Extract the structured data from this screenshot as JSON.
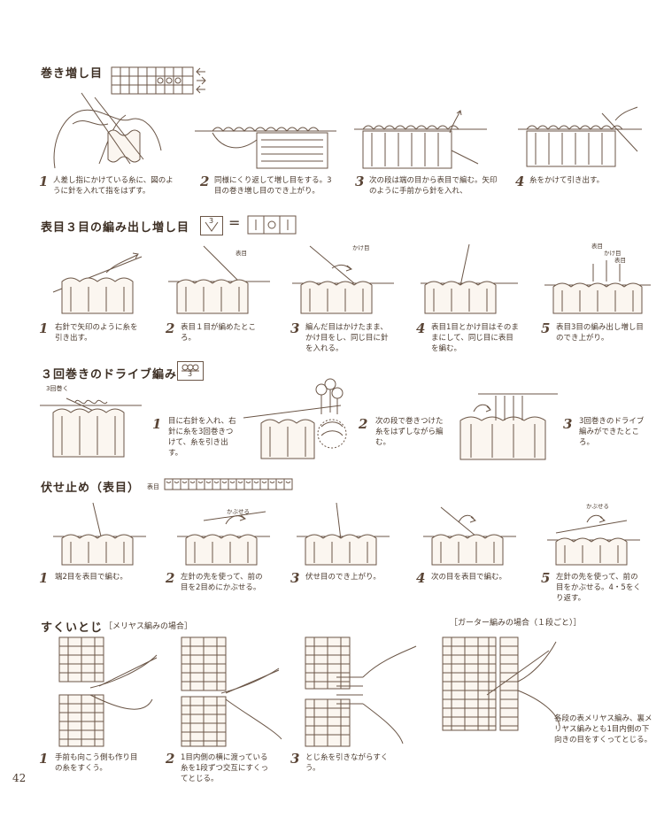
{
  "page_number": "42",
  "sections": {
    "cast_on": {
      "title": "巻き増し目",
      "steps": [
        {
          "n": "1",
          "text": "人差し指にかけている糸に、図のように針を入れて指をはずす。"
        },
        {
          "n": "2",
          "text": "同様にくり返して増し目をする。3目の巻き増し目のでき上がり。"
        },
        {
          "n": "3",
          "text": "次の段は端の目から表目で編む。矢印のように手前から針を入れ、"
        },
        {
          "n": "4",
          "text": "糸をかけて引き出す。"
        }
      ]
    },
    "increase3": {
      "title": "表目３目の編み出し増し目",
      "symbol_num": "3",
      "labels": {
        "omote": "表目",
        "kakeme": "かけ目"
      },
      "steps": [
        {
          "n": "1",
          "text": "右針で矢印のように糸を引き出す。"
        },
        {
          "n": "2",
          "text": "表目１目が編めたところ。"
        },
        {
          "n": "3",
          "text": "編んだ目はかけたまま、かけ目をし、同じ目に針を入れる。"
        },
        {
          "n": "4",
          "text": "表目1目とかけ目はそのままにして、同じ目に表目を編む。"
        },
        {
          "n": "5",
          "text": "表目3目の編み出し増し目のでき上がり。"
        }
      ]
    },
    "drive": {
      "title": "３回巻きのドライブ編み",
      "symbol_num": "3",
      "label_wrap": "3回巻く",
      "steps": [
        {
          "n": "1",
          "text": "目に右針を入れ、右針に糸を3回巻きつけて、糸を引き出す。"
        },
        {
          "n": "2",
          "text": "次の段で巻きつけた糸をはずしながら編む。"
        },
        {
          "n": "3",
          "text": "3回巻きのドライブ編みができたところ。"
        }
      ]
    },
    "bind_off": {
      "title": "伏せ止め（表目）",
      "symbol_label": "表目",
      "label_kabuseru": "かぶせる",
      "steps": [
        {
          "n": "1",
          "text": "端2目を表目で編む。"
        },
        {
          "n": "2",
          "text": "左針の先を使って、前の目を2目めにかぶせる。"
        },
        {
          "n": "3",
          "text": "伏せ目のでき上がり。"
        },
        {
          "n": "4",
          "text": "次の目を表目で編む。"
        },
        {
          "n": "5",
          "text": "左針の先を使って、前の目をかぶせる。4・5をくり返す。"
        }
      ]
    },
    "grafting": {
      "title": "すくいとじ",
      "subtitle": "［メリヤス編みの場合］",
      "garter_title": "［ガーター編みの場合（１段ごと）］",
      "garter_text": "各段の表メリヤス編み、裏メリヤス編みとも1目内側の下向きの目をすくってとじる。",
      "steps": [
        {
          "n": "1",
          "text": "手前も向こう側も作り目の糸をすくう。"
        },
        {
          "n": "2",
          "text": "1目内側の横に渡っている糸を1段ずつ交互にすくってとじる。"
        },
        {
          "n": "3",
          "text": "とじ糸を引きながらすくう。"
        }
      ]
    }
  }
}
